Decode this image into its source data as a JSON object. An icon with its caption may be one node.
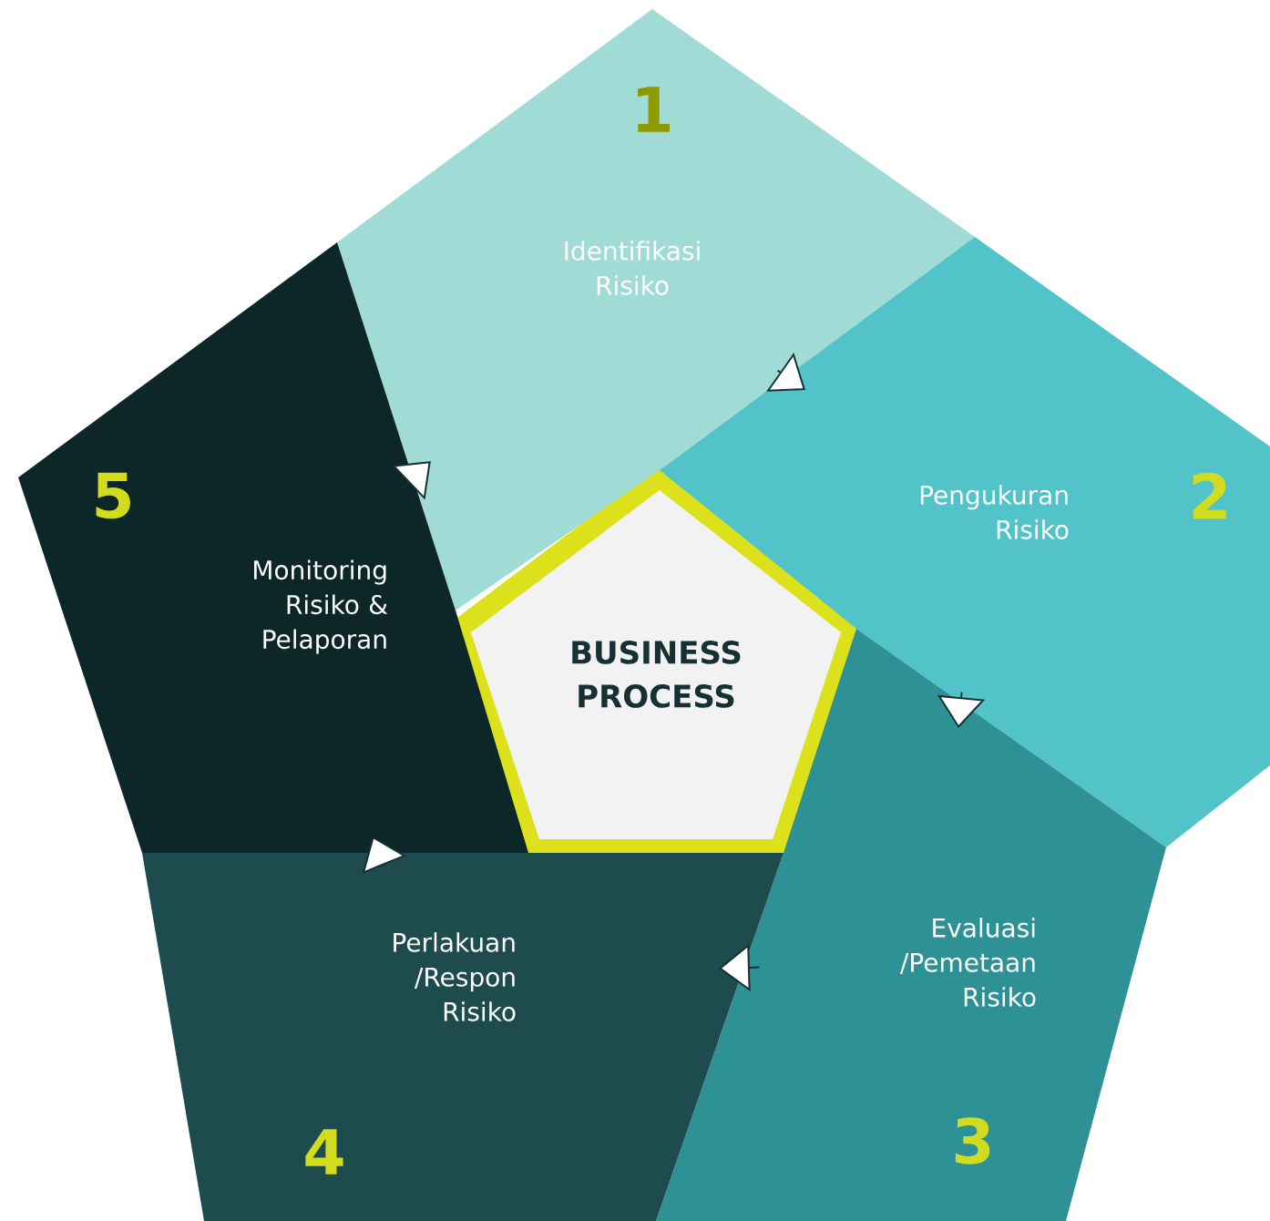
{
  "diagram": {
    "nodes": [
      {
        "text": [
          "BUSINESS PROCESS"
        ]
      },
      {
        "text": [
          "1",
          "Identifikasi Risiko"
        ]
      },
      {
        "text": [
          "Pengukuran Risiko",
          "2"
        ]
      },
      {
        "text": [
          "Evaluasi /Pemetaan Risiko",
          "3"
        ]
      },
      {
        "text": [
          "Perlakuan /Respon Risiko",
          "4"
        ]
      },
      {
        "text": [
          "5",
          "Monitoring Risiko & Pelaporan"
        ]
      }
    ],
    "edges": [
      {
        "from": 1,
        "to": 2,
        "arrow": "to"
      },
      {
        "from": 2,
        "to": 3,
        "arrow": "to"
      },
      {
        "from": 3,
        "to": 4,
        "arrow": "to"
      },
      {
        "from": 4,
        "to": 5,
        "arrow": "to"
      },
      {
        "from": 5,
        "to": 1,
        "arrow": "to"
      }
    ]
  }
}
